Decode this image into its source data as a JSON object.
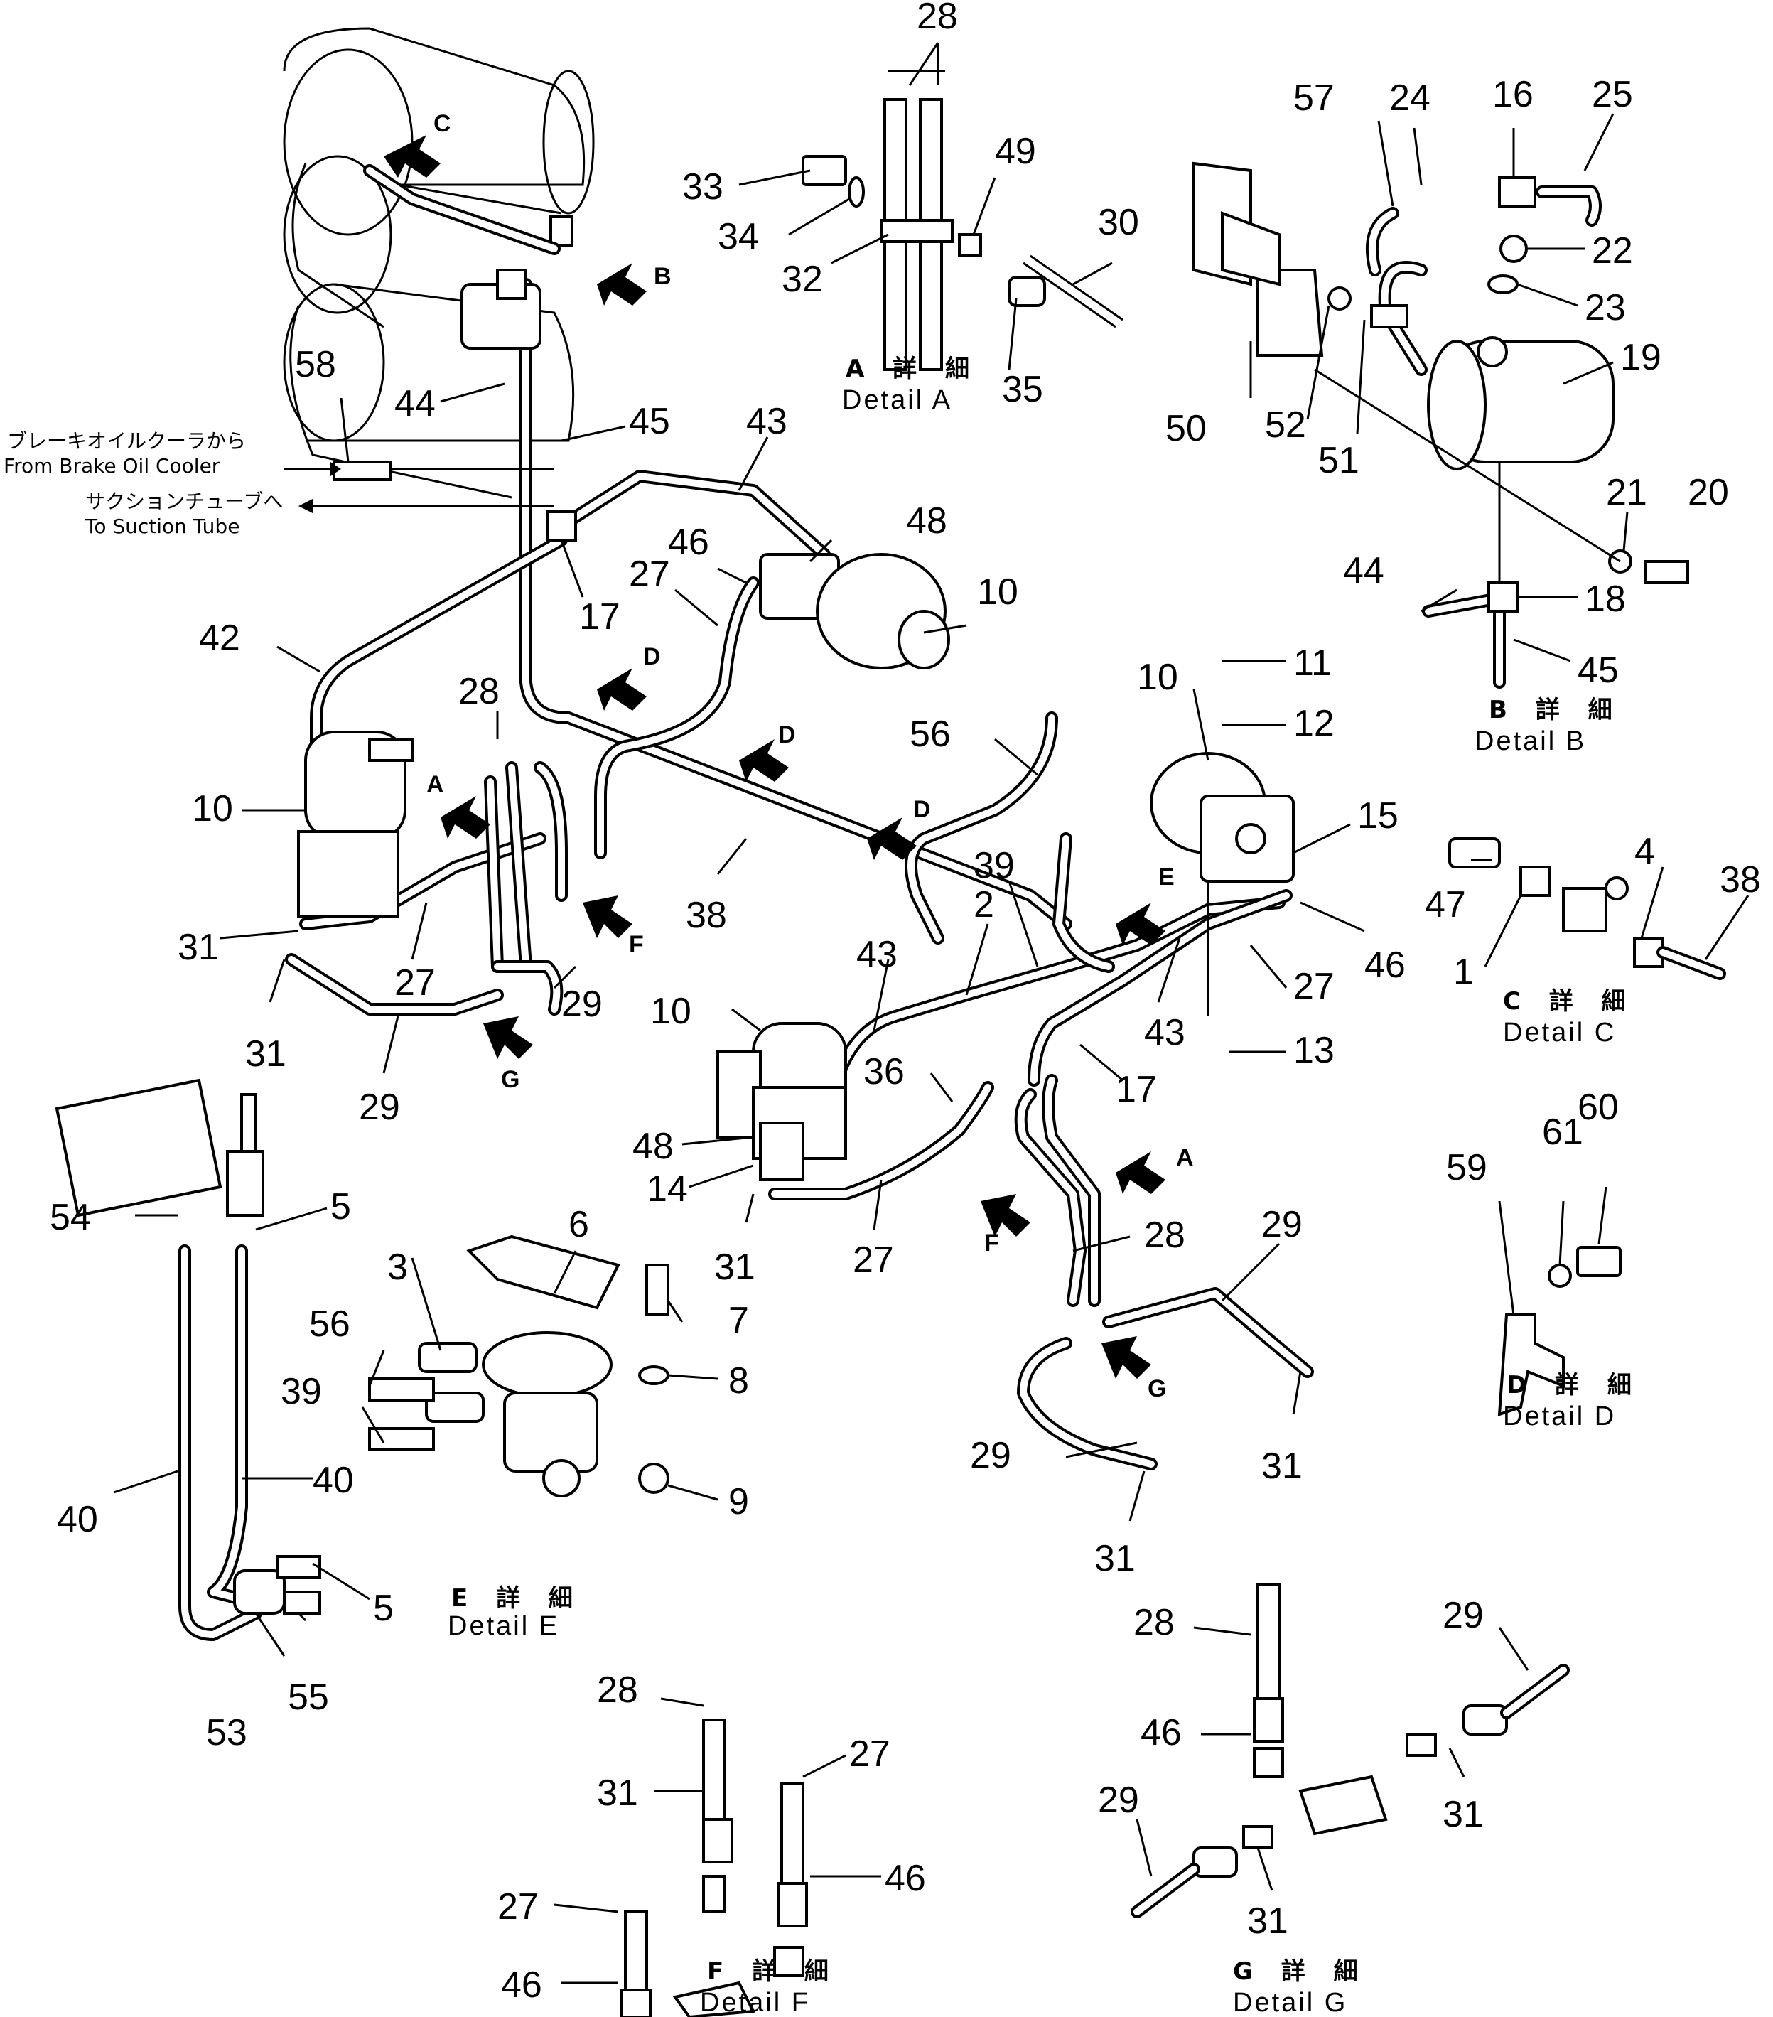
{
  "labels": {
    "l28a": "28",
    "l33": "33",
    "l34": "34",
    "l32": "32",
    "l49": "49",
    "l30": "30",
    "l35": "35",
    "l57": "57",
    "l24": "24",
    "l16": "16",
    "l25": "25",
    "l22": "22",
    "l23": "23",
    "l19": "19",
    "l50": "50",
    "l52": "52",
    "l51": "51",
    "l21": "21",
    "l20": "20",
    "l44b": "44",
    "l18": "18",
    "l45b": "45",
    "l58": "58",
    "l44": "44",
    "l45": "45",
    "l43a": "43",
    "l48a": "48",
    "l46a": "46",
    "l27a": "27",
    "l10a": "10",
    "l17a": "17",
    "l42": "42",
    "l28b": "28",
    "l10b": "10",
    "l56a": "56",
    "l10c": "10",
    "l11": "11",
    "l12": "12",
    "l15": "15",
    "l39a": "39",
    "l2": "2",
    "l46b": "46",
    "l27b": "27",
    "l43b": "43",
    "l13": "13",
    "l38a": "38",
    "l31a": "31",
    "l27c": "27",
    "l29a": "29",
    "l31b": "31",
    "l29b": "29",
    "l10d": "10",
    "l43c": "43",
    "l17b": "17",
    "l36": "36",
    "l48b": "48",
    "l14": "14",
    "l31c": "31",
    "l27d": "27",
    "l28c": "28",
    "l29c": "29",
    "l31d": "31",
    "l29d": "29",
    "l31e": "31",
    "l47": "47",
    "l4": "4",
    "l38b": "38",
    "l1": "1",
    "l59": "59",
    "l61": "61",
    "l60": "60",
    "l54": "54",
    "l5a": "5",
    "l6": "6",
    "l3": "3",
    "l56b": "56",
    "l7": "7",
    "l8": "8",
    "l39b": "39",
    "l9": "9",
    "l40a": "40",
    "l40b": "40",
    "l5b": "5",
    "l53": "53",
    "l55": "55",
    "l28d": "28",
    "l27e": "27",
    "l31f": "31",
    "l46c": "46",
    "l27f": "27",
    "l46d": "46",
    "l28e": "28",
    "l29e": "29",
    "l46e": "46",
    "l31g": "31",
    "l29f": "29",
    "l31h": "31"
  },
  "details": {
    "A": {
      "jp": "A 詳 細",
      "en": "Detail  A"
    },
    "B": {
      "jp": "B 詳 細",
      "en": "Detail  B"
    },
    "C": {
      "jp": "C 詳 細",
      "en": "Detail  C"
    },
    "D": {
      "jp": "D 詳 細",
      "en": "Detail  D"
    },
    "E": {
      "jp": "E 詳 細",
      "en": "Detail  E"
    },
    "F": {
      "jp": "F 詳 細",
      "en": "Detail  F"
    },
    "G": {
      "jp": "G 詳 細",
      "en": "Detail  G"
    }
  },
  "notes": {
    "from_cooler_jp": "ブレーキオイルクーラから",
    "from_cooler_en": "From Brake Oil Cooler",
    "to_suction_jp": "サクションチューブへ",
    "to_suction_en": "To Suction Tube"
  },
  "view_arrows": {
    "C": "C",
    "B": "B",
    "D1": "D",
    "D2": "D",
    "D3": "D",
    "A1": "A",
    "A2": "A",
    "E": "E",
    "F1": "F",
    "F2": "F",
    "G1": "G",
    "G2": "G"
  }
}
